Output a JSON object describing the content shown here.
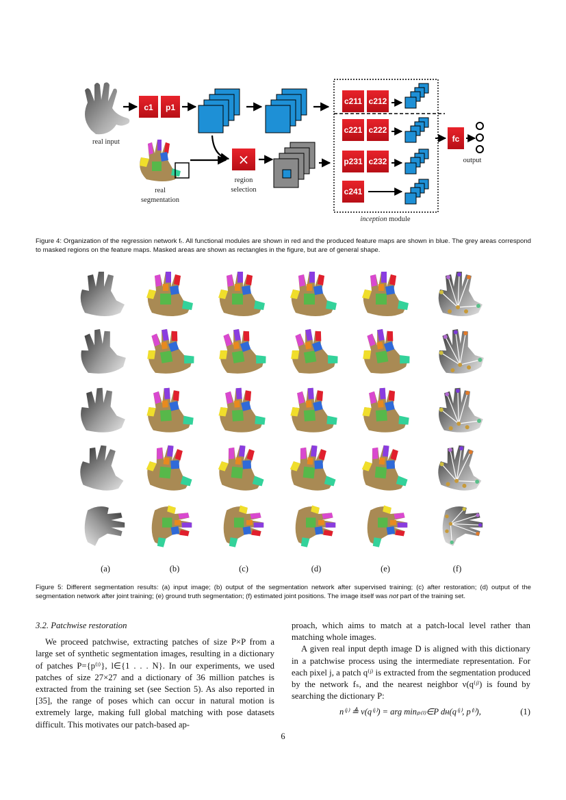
{
  "figure4": {
    "modules": {
      "c1": "c1",
      "p1": "p1",
      "c211": "c211",
      "c212": "c212",
      "c221": "c221",
      "c222": "c222",
      "p231": "p231",
      "c232": "c232",
      "c241": "c241",
      "fc": "fc",
      "select": "×"
    },
    "labels": {
      "real_input": "real input",
      "real_segmentation_1": "real",
      "real_segmentation_2": "segmentation",
      "region_selection_1": "region",
      "region_selection_2": "selection",
      "output": "output",
      "inception_italic": "inception",
      "inception_rest": " module"
    },
    "colors": {
      "module_red": "#d8141c",
      "feature_blue": "#1e90d6",
      "mask_grey": "#8a8a8a"
    },
    "caption": "Figure 4: Organization of the regression network fᵣ. All functional modules are shown in red and the produced feature maps are shown in blue. The grey areas correspond to masked regions on the feature maps. Masked areas are shown as rectangles in the figure, but are of general shape."
  },
  "figure5": {
    "column_labels": [
      "(a)",
      "(b)",
      "(c)",
      "(d)",
      "(e)",
      "(f)"
    ],
    "caption_part1": "Figure 5: Different segmentation results: (a) input image; (b) output of the segmentation network after supervised training; (c) after restoration; (d) output of the segmentation network after joint training; (e) ground truth segmentation; (f) estimated joint positions. The image itself was ",
    "caption_em": "not",
    "caption_part2": " part of the training set."
  },
  "body": {
    "section_title": "3.2. Patchwise restoration",
    "left_paragraph": "We proceed patchwise, extracting patches of size P×P from a large set of synthetic segmentation images, resulting in a dictionary of patches P={p⁽ˡ⁾}, l∈{1 . . . N}. In our experiments, we used patches of size 27×27 and a dictionary of 36 million patches is extracted from the training set (see Section 5). As also reported in [35], the range of poses which can occur in natural motion is extremely large, making full global matching with pose datasets difficult. This motivates our patch-based ap-",
    "right_paragraph_1": "proach, which aims to match at a patch-local level rather than matching whole images.",
    "right_paragraph_2": "A given real input depth image D is aligned with this dictionary in a patchwise process using the intermediate representation. For each pixel j, a patch q⁽ʲ⁾ is extracted from the segmentation produced by the network fₛ, and the nearest neighbor ν(q⁽ʲ⁾) is found by searching the dictionary P:",
    "equation": "n⁽ʲ⁾ ≜ ν(q⁽ʲ⁾) = arg minₚ₍ₗ₎∈P dʜ(q⁽ʲ⁾, p⁽ˡ⁾),",
    "equation_number": "(1)"
  },
  "page_number": "6"
}
